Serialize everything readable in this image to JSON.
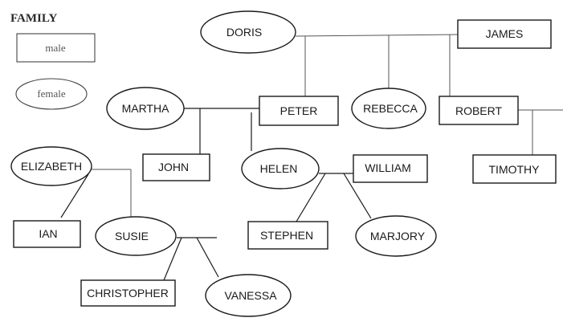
{
  "title": "FAMILY",
  "legend": {
    "male": "male",
    "female": "female"
  },
  "people": {
    "doris": "DORIS",
    "james": "JAMES",
    "martha": "MARTHA",
    "peter": "PETER",
    "rebecca": "REBECCA",
    "robert": "ROBERT",
    "elizabeth": "ELIZABETH",
    "john": "JOHN",
    "helen": "HELEN",
    "william": "WILLIAM",
    "timothy": "TIMOTHY",
    "ian": "IAN",
    "susie": "SUSIE",
    "stephen": "STEPHEN",
    "marjory": "MARJORY",
    "christopher": "CHRISTOPHER",
    "vanessa": "VANESSA"
  },
  "colors": {
    "line": "#1a1a1a",
    "background": "#ffffff"
  }
}
